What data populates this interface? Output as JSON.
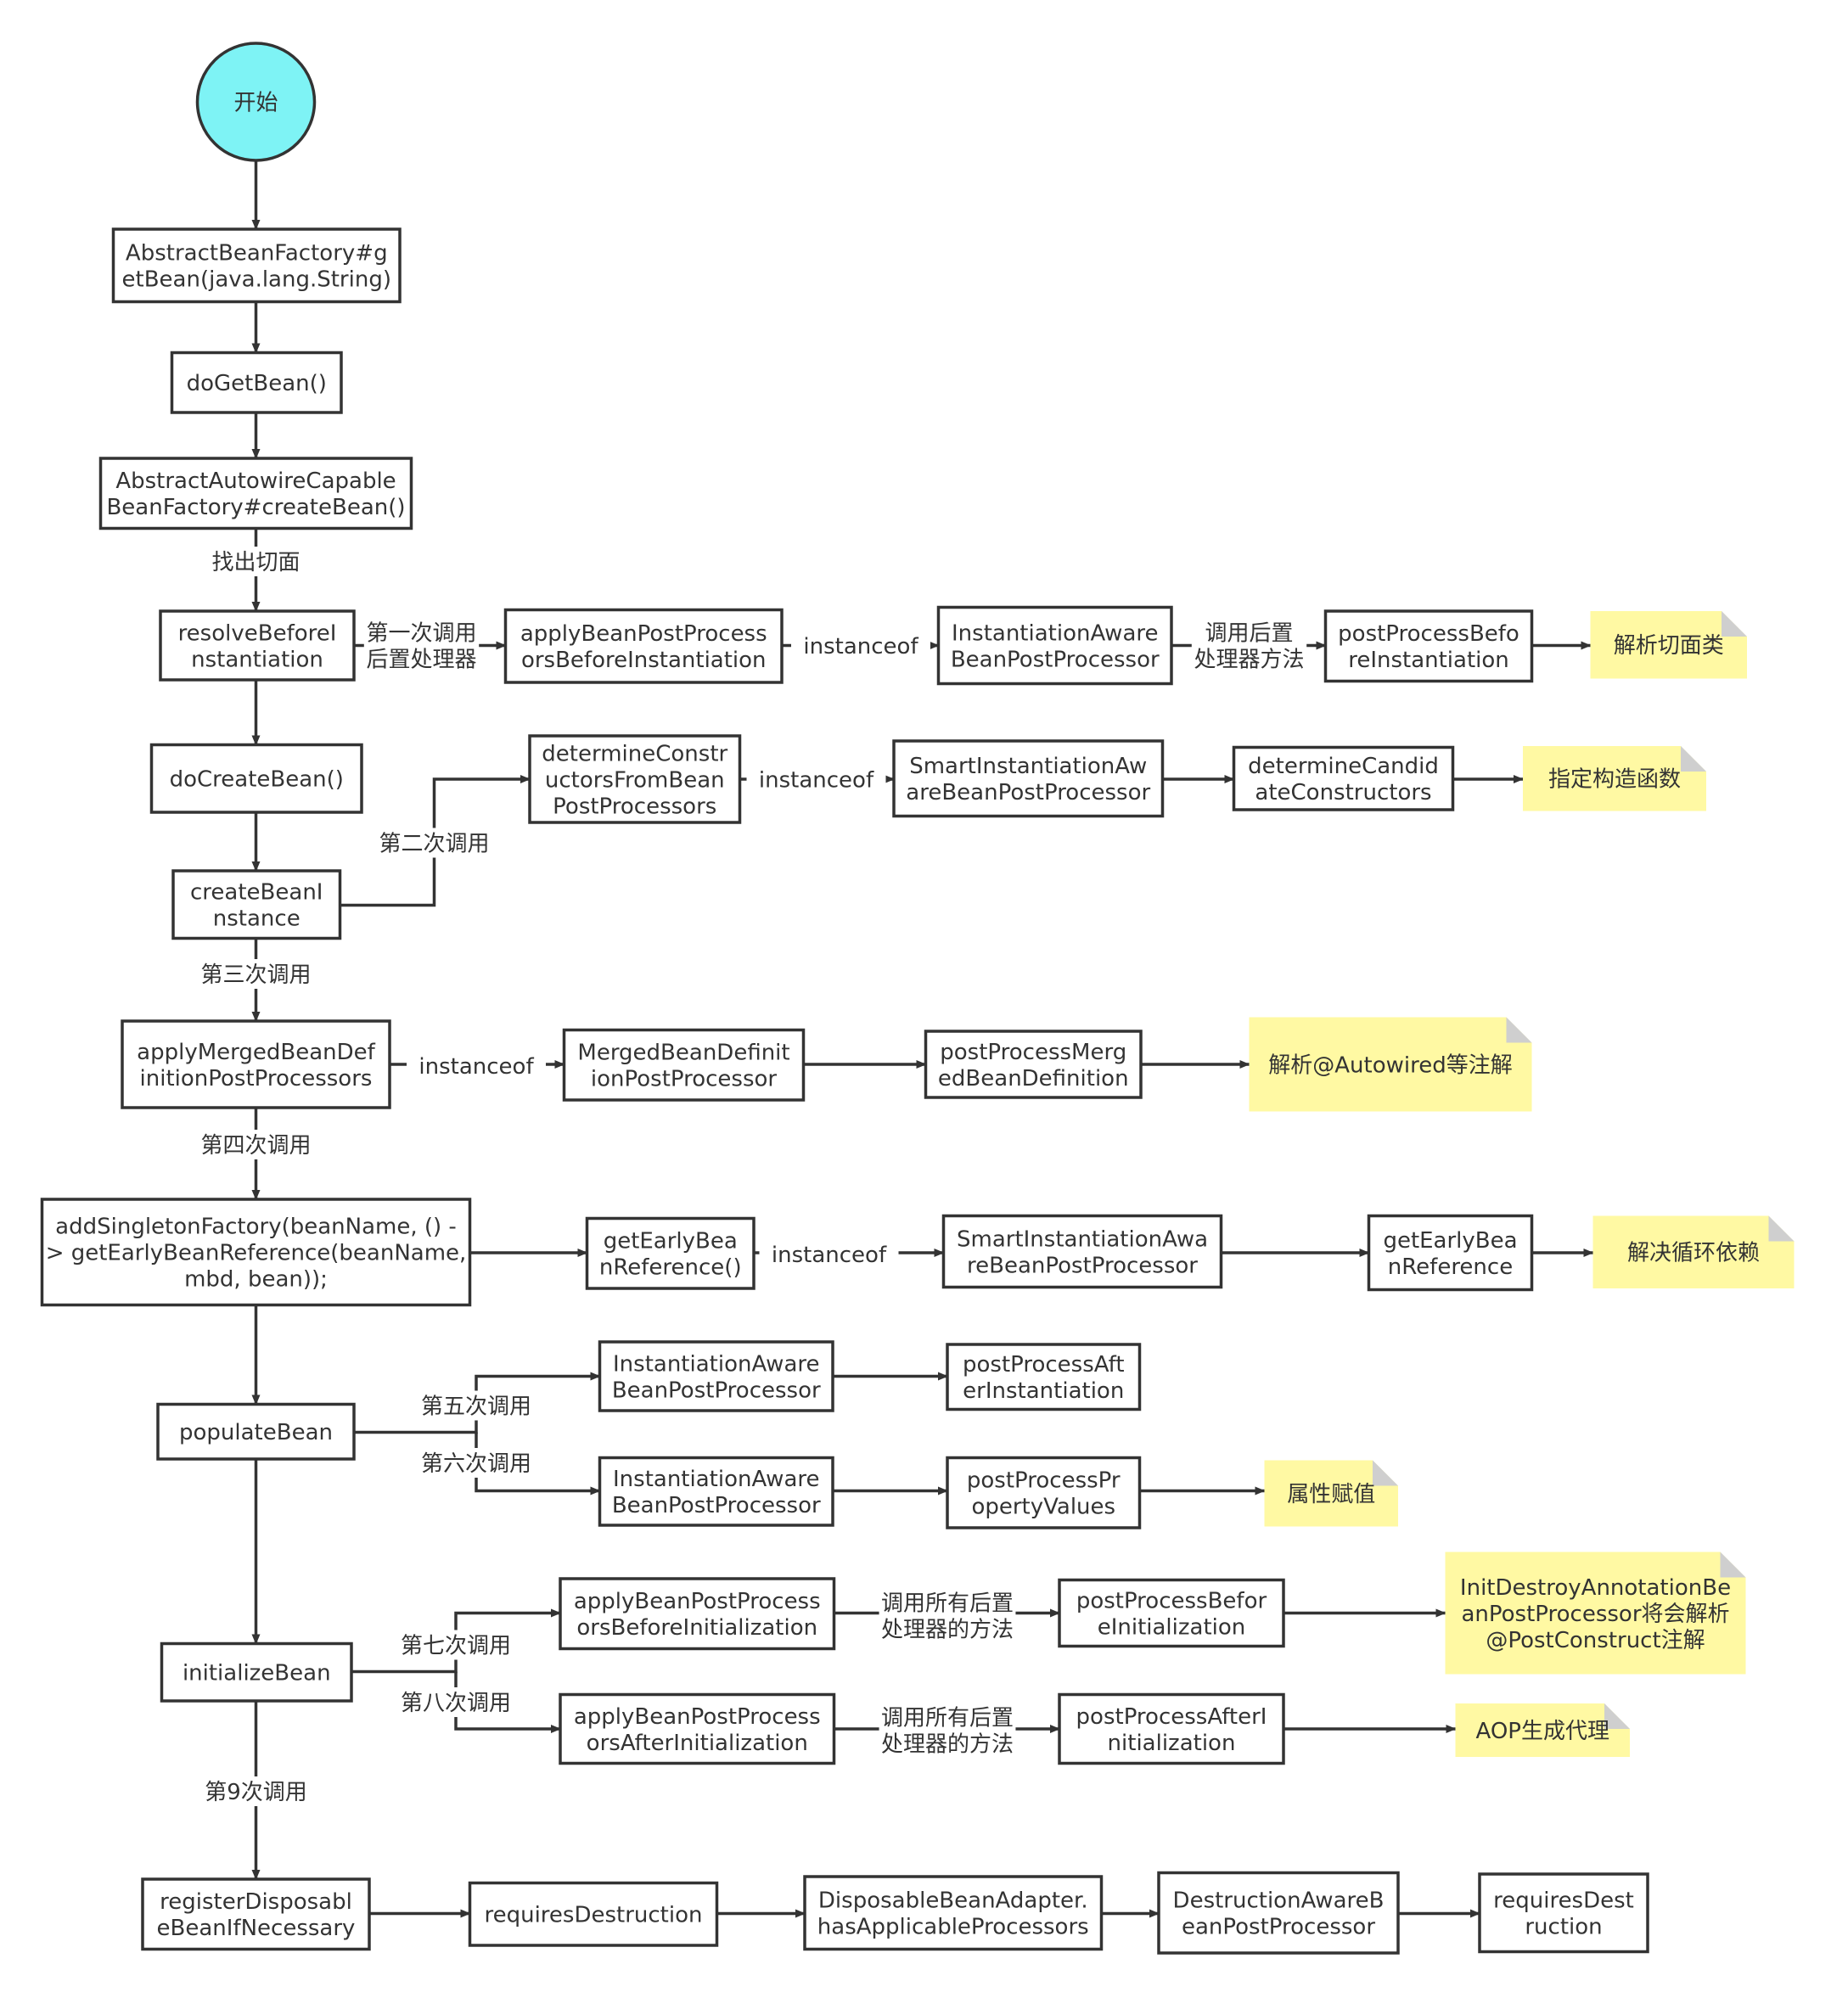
{
  "colors": {
    "start_fill": "#7ef3f5",
    "node_fill": "#ffffff",
    "stroke": "#333333",
    "text": "#333333",
    "note_fill": "#fff9a3",
    "note_fold": "#cfcfcf"
  },
  "nodes": {
    "start": "开始",
    "getbean": [
      "AbstractBeanFactory#g",
      "etBean(java.lang.String)"
    ],
    "dogetbean": [
      "doGetBean()"
    ],
    "createbean": [
      "AbstractAutowireCapable",
      "BeanFactory#createBean()"
    ],
    "resolve": [
      "resolveBeforeI",
      "nstantiation"
    ],
    "apply_before_inst": [
      "applyBeanPostProcess",
      "orsBeforeInstantiation"
    ],
    "iabpp_1": [
      "InstantiationAware",
      "BeanPostProcessor"
    ],
    "ppbi": [
      "postProcessBefo",
      "reInstantiation"
    ],
    "docreate": [
      "doCreateBean()"
    ],
    "determine_ctor": [
      "determineConstr",
      "uctorsFromBean",
      "PostProcessors"
    ],
    "siabpp_1": [
      "SmartInstantiationAw",
      "areBeanPostProcessor"
    ],
    "determine_cand": [
      "determineCandid",
      "ateConstructors"
    ],
    "createinst": [
      "createBeanI",
      "nstance"
    ],
    "apply_merged": [
      "applyMergedBeanDef",
      "initionPostProcessors"
    ],
    "mbdpp": [
      "MergedBeanDefinit",
      "ionPostProcessor"
    ],
    "ppmbd": [
      "postProcessMerg",
      "edBeanDefinition"
    ],
    "addsingleton": [
      "addSingletonFactory(beanName, () -",
      "> getEarlyBeanReference(beanName,",
      "mbd, bean));"
    ],
    "geteb_1": [
      "getEarlyBea",
      "nReference()"
    ],
    "siabpp_2": [
      "SmartInstantiationAwa",
      "reBeanPostProcessor"
    ],
    "geteb_2": [
      "getEarlyBea",
      "nReference"
    ],
    "populate": [
      "populateBean"
    ],
    "iabpp_2": [
      "InstantiationAware",
      "BeanPostProcessor"
    ],
    "ppai": [
      "postProcessAft",
      "erInstantiation"
    ],
    "iabpp_3": [
      "InstantiationAware",
      "BeanPostProcessor"
    ],
    "pppv": [
      "postProcessPr",
      "opertyValues"
    ],
    "initbean": [
      "initializeBean"
    ],
    "apply_before_init": [
      "applyBeanPostProcess",
      "orsBeforeInitialization"
    ],
    "ppbinit": [
      "postProcessBefor",
      "eInitialization"
    ],
    "apply_after_init": [
      "applyBeanPostProcess",
      "orsAfterInitialization"
    ],
    "ppainit": [
      "postProcessAfterI",
      "nitialization"
    ],
    "register": [
      "registerDisposabl",
      "eBeanIfNecessary"
    ],
    "reqdest": [
      "requiresDestruction"
    ],
    "dba": [
      "DisposableBeanAdapter.",
      "hasApplicableProcessors"
    ],
    "dabpp": [
      "DestructionAwareB",
      "eanPostProcessor"
    ],
    "reqdest2": [
      "requiresDest",
      "ruction"
    ]
  },
  "notes": {
    "note_aspect": [
      "解析切面类"
    ],
    "note_ctor": [
      "指定构造函数"
    ],
    "note_autowired": [
      "解析@Autowired等注解"
    ],
    "note_circular": [
      "解决循环依赖"
    ],
    "note_property": [
      "属性赋值"
    ],
    "note_postconstruct": [
      "InitDestroyAnnotationBe",
      "anPostProcessor将会解析",
      "@PostConstruct注解"
    ],
    "note_aop": [
      "AOP生成代理"
    ]
  },
  "edge_labels": {
    "find_aspect": [
      "找出切面"
    ],
    "call_1": [
      "第一次调用",
      "后置处理器"
    ],
    "instanceof_1": [
      "instanceof"
    ],
    "call_bpp_method": [
      "调用后置",
      "处理器方法"
    ],
    "call_2": [
      "第二次调用"
    ],
    "instanceof_2": [
      "instanceof"
    ],
    "call_3": [
      "第三次调用"
    ],
    "instanceof_3": [
      "instanceof"
    ],
    "call_4": [
      "第四次调用"
    ],
    "instanceof_4": [
      "instanceof"
    ],
    "call_5": [
      "第五次调用"
    ],
    "call_6": [
      "第六次调用"
    ],
    "call_7": [
      "第七次调用"
    ],
    "call_all_1": [
      "调用所有后置",
      "处理器的方法"
    ],
    "call_8": [
      "第八次调用"
    ],
    "call_all_2": [
      "调用所有后置",
      "处理器的方法"
    ],
    "call_9": [
      "第9次调用"
    ]
  }
}
